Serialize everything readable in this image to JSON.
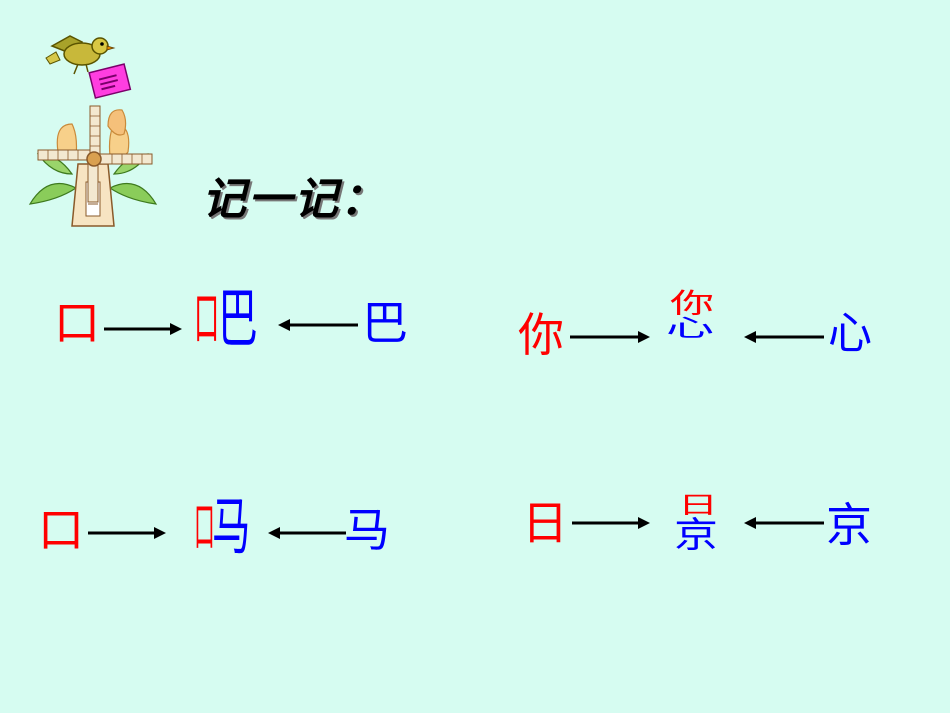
{
  "heading": "记一记：",
  "colors": {
    "background": "#d6fcf1",
    "red": "#ff0000",
    "blue": "#0000ff",
    "arrow": "#000000"
  },
  "icons": [
    "bird-with-envelope-icon",
    "windmill-with-tulips-icon"
  ],
  "equations": [
    {
      "left": "口",
      "result": "吧",
      "result_left_part": "口",
      "result_right_part": "巴",
      "right": "巴"
    },
    {
      "left": "你",
      "result": "您",
      "result_top_part": "你",
      "result_bottom_part": "心",
      "right": "心"
    },
    {
      "left": "口",
      "result": "吗",
      "result_left_part": "口",
      "result_right_part": "马",
      "right": "马"
    },
    {
      "left": "日",
      "result": "景",
      "result_top_part": "日",
      "result_bottom_part": "京",
      "right": "京"
    }
  ]
}
